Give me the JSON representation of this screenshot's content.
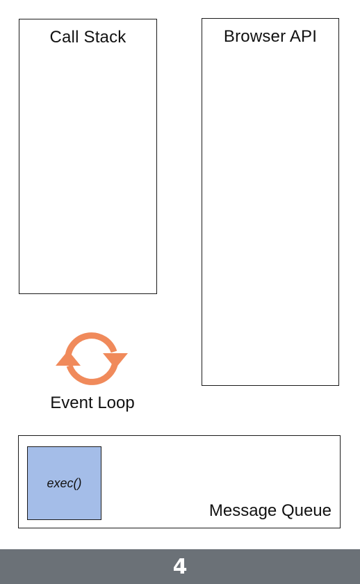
{
  "call_stack": {
    "title": "Call Stack"
  },
  "browser_api": {
    "title": "Browser API"
  },
  "event_loop": {
    "label": "Event Loop",
    "icon": "refresh-cycle-icon",
    "color": "#f08a5b"
  },
  "message_queue": {
    "title": "Message Queue",
    "items": [
      {
        "label": "exec()",
        "color": "#a4bde8"
      }
    ]
  },
  "step": {
    "number": "4",
    "bar_color": "#6b7177"
  }
}
